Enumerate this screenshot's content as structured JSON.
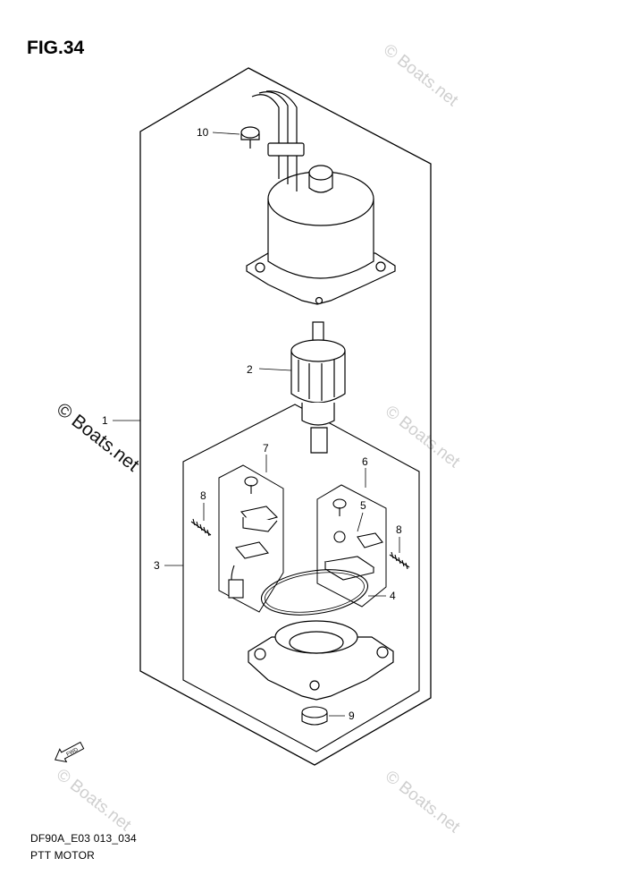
{
  "figure": {
    "title": "FIG.34",
    "code": "DF90A_E03 013_034",
    "caption": "PTT MOTOR"
  },
  "callouts": [
    "1",
    "2",
    "3",
    "4",
    "5",
    "6",
    "7",
    "8",
    "8",
    "9",
    "10"
  ],
  "watermark": {
    "text": "© Boats.net",
    "color_light": "#cfcfcf",
    "color_dark": "#111111"
  },
  "fwd_arrow": {
    "label": "FWD"
  }
}
